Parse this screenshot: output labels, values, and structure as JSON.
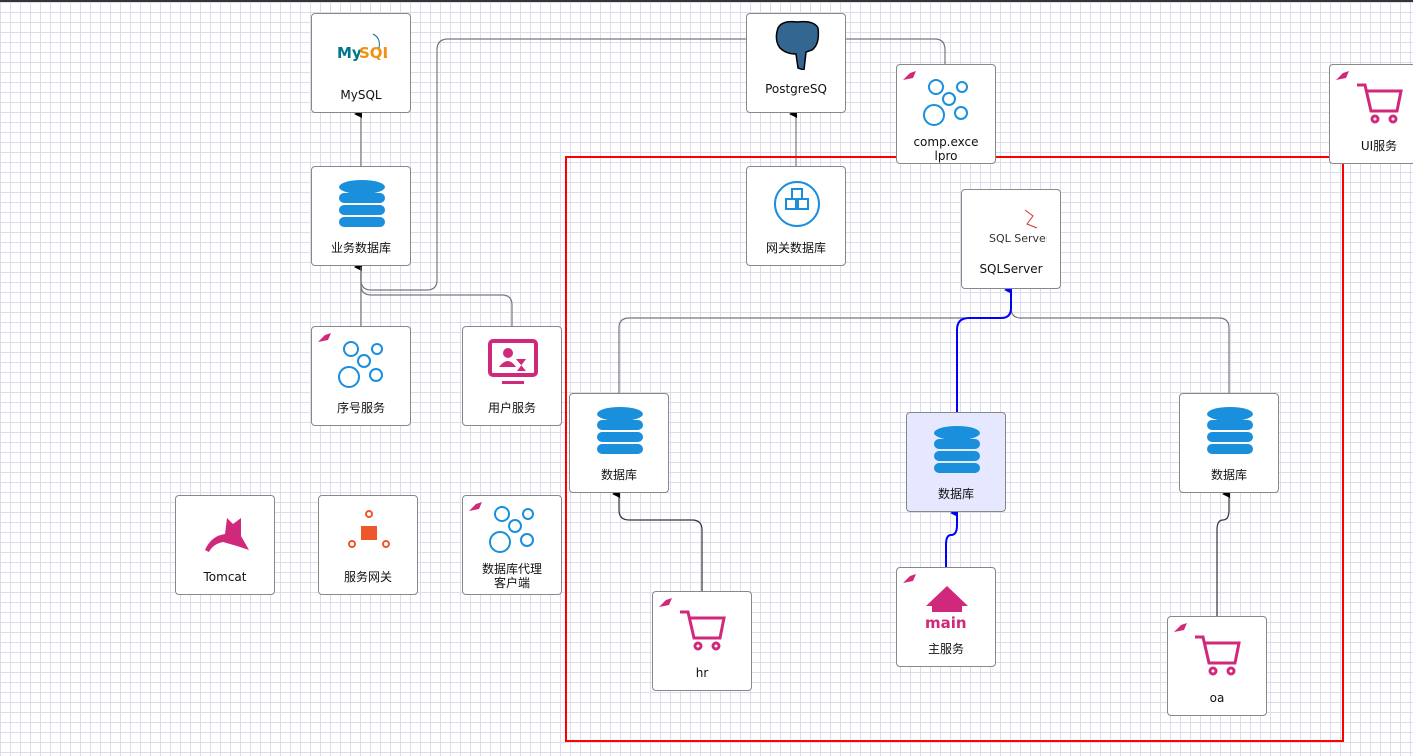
{
  "nodes": {
    "mysql": {
      "label": "MySQL",
      "logo": "MySQL"
    },
    "biz_db": {
      "label": "业务数据库"
    },
    "seq": {
      "label": "序号服务"
    },
    "user": {
      "label": "用户服务"
    },
    "tomcat": {
      "label": "Tomcat"
    },
    "gateway": {
      "label": "服务网关"
    },
    "dbproxy": {
      "label": "数据库代理客户端"
    },
    "postgres": {
      "label": "PostgreSQ"
    },
    "comp": {
      "label": "comp.excelpro"
    },
    "gw_db": {
      "label": "网关数据库"
    },
    "sqlserver": {
      "label": "SQLServer",
      "logo": "SQL Server"
    },
    "ui": {
      "label": "UI服务"
    },
    "db_left": {
      "label": "数据库"
    },
    "db_mid": {
      "label": "数据库"
    },
    "db_right": {
      "label": "数据库"
    },
    "hr": {
      "label": "hr"
    },
    "main": {
      "label": "主服务",
      "logo": "main"
    },
    "oa": {
      "label": "oa"
    }
  },
  "colors": {
    "db": "#1a8fdc",
    "service": "#d0287a",
    "selection": "#ff0000",
    "highlight_edge": "#0000ff",
    "highlight_fill": "#e6e8ff"
  }
}
